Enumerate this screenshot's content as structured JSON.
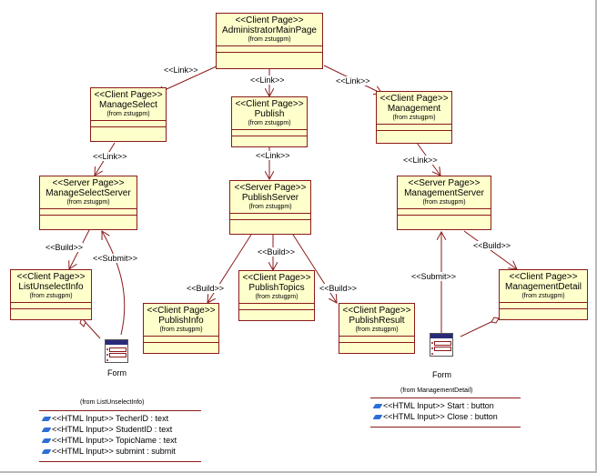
{
  "classes": {
    "admin": {
      "stereotype": "<<Client Page>>",
      "name": "AdministratorMainPage",
      "from": "(from zstugpm)"
    },
    "manageSelect": {
      "stereotype": "<<Client Page>>",
      "name": "ManageSelect",
      "from": "(from zstugpm)"
    },
    "publish": {
      "stereotype": "<<Client Page>>",
      "name": "Publish",
      "from": "(from zstugpm)"
    },
    "management": {
      "stereotype": "<<Client Page>>",
      "name": "Management",
      "from": "(from zstugpm)"
    },
    "manageSelectServer": {
      "stereotype": "<<Server Page>>",
      "name": "ManageSelectServer",
      "from": "(from zstugpm)"
    },
    "publishServer": {
      "stereotype": "<<Server Page>>",
      "name": "PublishServer",
      "from": "(from zstugpm)"
    },
    "managementServer": {
      "stereotype": "<<Server Page>>",
      "name": "ManagementServer",
      "from": "(from zstugpm)"
    },
    "listUnselect": {
      "stereotype": "<<Client Page>>",
      "name": "ListUnselectInfo",
      "from": "(from zstugpm)"
    },
    "publishTopics": {
      "stereotype": "<<Client Page>>",
      "name": "PublishTopics",
      "from": "(from zstugpm)"
    },
    "publishInfo": {
      "stereotype": "<<Client Page>>",
      "name": "PublishInfo",
      "from": "(from zstugpm)"
    },
    "publishResult": {
      "stereotype": "<<Client Page>>",
      "name": "PublishResult",
      "from": "(from zstugpm)"
    },
    "managementDetail": {
      "stereotype": "<<Client Page>>",
      "name": "ManagementDetail",
      "from": "(from zstugpm)"
    }
  },
  "labels": {
    "link1": "<<Link>>",
    "link2": "<<Link>>",
    "link3": "<<Link>>",
    "link4": "<<Link>>",
    "link5": "<<Link>>",
    "link6": "<<Link>>",
    "build1": "<<Build>>",
    "submit1": "<<Submit>>",
    "build2": "<<Build>>",
    "build3": "<<Build>>",
    "build4": "<<Build>>",
    "build5": "<<Build>>",
    "submit2": "<<Submit>>"
  },
  "forms": {
    "left": {
      "name": "Form",
      "from": "(from ListUnselectInfo)",
      "attributes": [
        "<<HTML Input>> TecherID : text",
        "<<HTML Input>> StudentID : text",
        "<<HTML Input>> TopicName : text",
        "<<HTML Input>> submint : submit"
      ]
    },
    "right": {
      "name": "Form",
      "from": "(from ManagementDetail)",
      "attributes": [
        "<<HTML Input>> Start : button",
        "<<HTML Input>> Close : button"
      ]
    }
  },
  "colors": {
    "classFill": "#ffffcc",
    "line": "#8b1a1a"
  }
}
